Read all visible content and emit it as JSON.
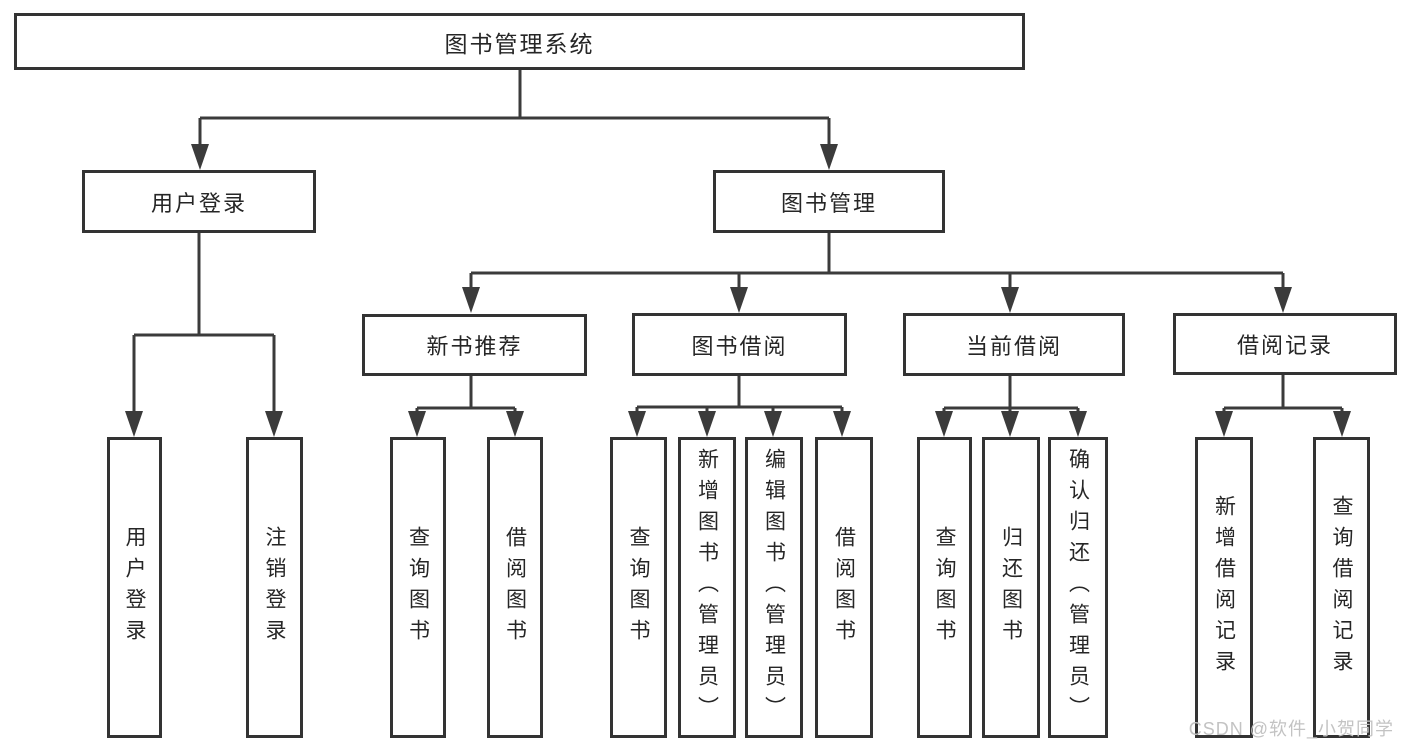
{
  "diagram_title": "图书管理系统",
  "tree": {
    "root": {
      "label": "图书管理系统",
      "children": [
        {
          "label": "用户登录",
          "children": [
            {
              "label": "用户登录"
            },
            {
              "label": "注销登录"
            }
          ]
        },
        {
          "label": "图书管理",
          "children": [
            {
              "label": "新书推荐",
              "children": [
                {
                  "label": "查询图书"
                },
                {
                  "label": "借阅图书"
                }
              ]
            },
            {
              "label": "图书借阅",
              "children": [
                {
                  "label": "查询图书"
                },
                {
                  "label": "新增图书（管理员）"
                },
                {
                  "label": "编辑图书（管理员）"
                },
                {
                  "label": "借阅图书"
                }
              ]
            },
            {
              "label": "当前借阅",
              "children": [
                {
                  "label": "查询图书"
                },
                {
                  "label": "归还图书"
                },
                {
                  "label": "确认归还（管理员）"
                }
              ]
            },
            {
              "label": "借阅记录",
              "children": [
                {
                  "label": "新增借阅记录"
                },
                {
                  "label": "查询借阅记录"
                }
              ]
            }
          ]
        }
      ]
    }
  },
  "watermark": {
    "text": "CSDN @软件_小贺同学",
    "color": "#c3c3c3"
  },
  "colors": {
    "line": "#3b3b3b",
    "box_border": "#333333",
    "text": "#262626",
    "background": "#ffffff"
  }
}
